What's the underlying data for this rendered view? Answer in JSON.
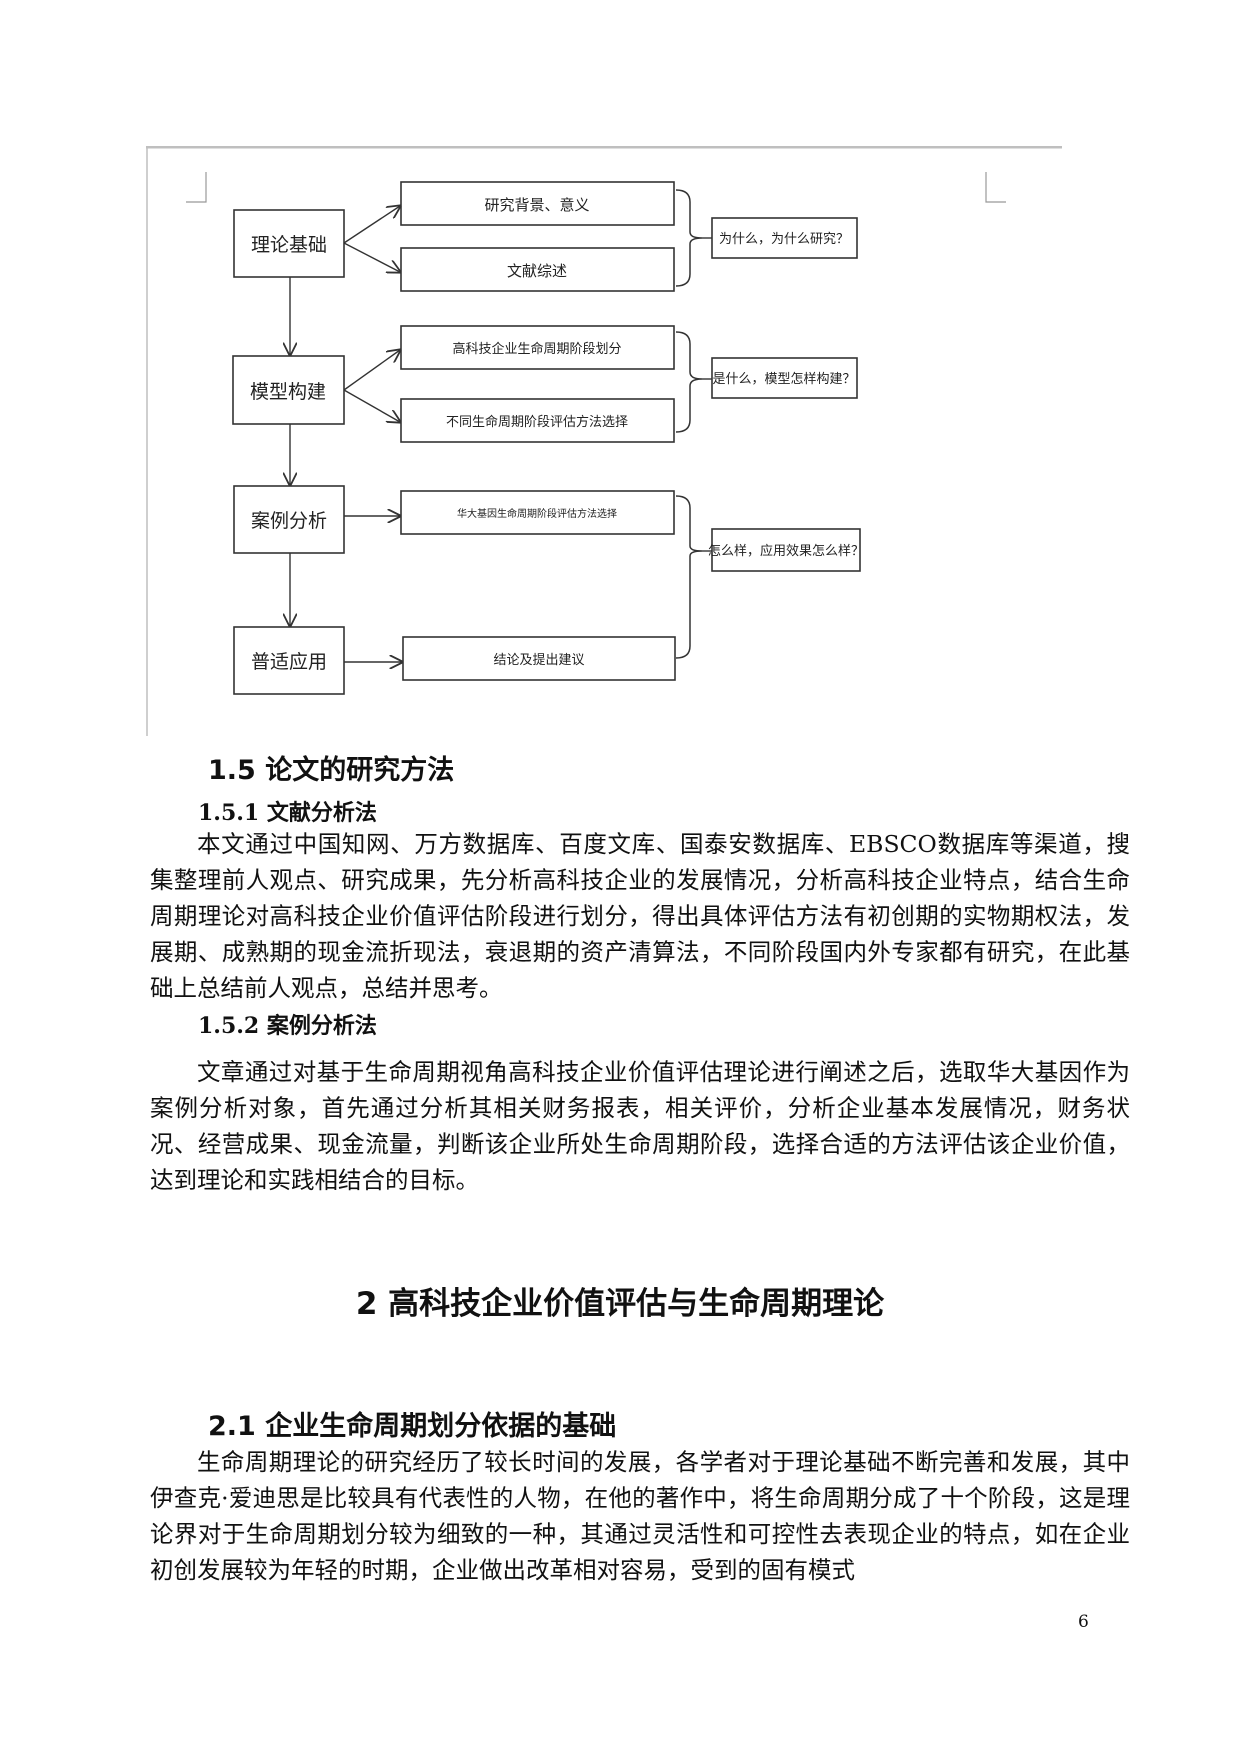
{
  "diagram": {
    "left_boxes": [
      "理论基础",
      "模型构建",
      "案例分析",
      "普适应用"
    ],
    "mid_boxes": [
      "研究背景、意义",
      "文献综述",
      "高科技企业生命周期阶段划分",
      "不同生命周期阶段评估方法选择",
      "华大基因生命周期阶段评估方法选择",
      "结论及提出建议"
    ],
    "right_boxes": [
      "为什么，为什么研究？",
      "是什么，模型怎样构建？",
      "怎么样，应用效果怎么样？"
    ]
  },
  "sec_1_5": {
    "title": "1.5 论文的研究方法"
  },
  "sec_1_5_1": {
    "title": "1.5.1 文献分析法",
    "text": "本文通过中国知网、万方数据库、百度文库、国泰安数据库、EBSCO数据库等渠道，搜集整理前人观点、研究成果，先分析高科技企业的发展情况，分析高科技企业特点，结合生命周期理论对高科技企业价值评估阶段进行划分，得出具体评估方法有初创期的实物期权法，发展期、成熟期的现金流折现法，衰退期的资产清算法，不同阶段国内外专家都有研究，在此基础上总结前人观点，总结并思考。"
  },
  "sec_1_5_2": {
    "title": "1.5.2 案例分析法",
    "text": "文章通过对基于生命周期视角高科技企业价值评估理论进行阐述之后，选取华大基因作为案例分析对象，首先通过分析其相关财务报表，相关评价，分析企业基本发展情况，财务状况、经营成果、现金流量，判断该企业所处生命周期阶段，选择合适的方法评估该企业价值，达到理论和实践相结合的目标。"
  },
  "chapter_2": {
    "title": "2 高科技企业价值评估与生命周期理论"
  },
  "sec_2_1": {
    "title": "2.1 企业生命周期划分依据的基础",
    "text": "生命周期理论的研究经历了较长时间的发展，各学者对于理论基础不断完善和发展，其中伊查克·爱迪思是比较具有代表性的人物，在他的著作中，将生命周期分成了十个阶段，这是理论界对于生命周期划分较为细致的一种，其通过灵活性和可控性去表现企业的特点，如在企业初创发展较为年轻的时期，企业做出改革相对容易，受到的固有模式"
  },
  "page_number": "6"
}
